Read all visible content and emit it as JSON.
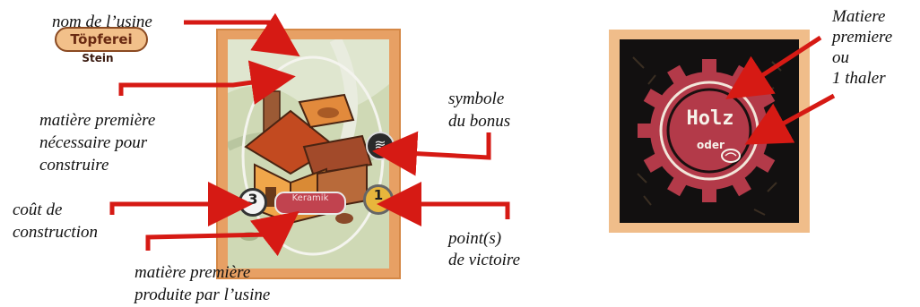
{
  "card_factory": {
    "name": "Töpferei",
    "input": "Stein",
    "cost": "3",
    "product": "Keramik",
    "points": "1"
  },
  "card_resource": {
    "word": "Holz",
    "oder": "oder"
  },
  "labels": {
    "factory_name": "nom de l’usine",
    "raw_material_line1": "matière première",
    "raw_material_line2": "nécessaire pour",
    "raw_material_line3": "construire",
    "bonus_line1": "symbole",
    "bonus_line2": "du bonus",
    "cost_line1": "coût de",
    "cost_line2": "construction",
    "points_line1": "point(s)",
    "points_line2": "de victoire",
    "produced_line1": "matière première",
    "produced_line2": "produite par l’usine",
    "right_line1": "Matiere",
    "right_line2": "premiere",
    "right_line3": "ou",
    "right_line4": "1 thaler"
  },
  "colors": {
    "arrow": "#d61a14",
    "card_border": "#e7a064",
    "product_red": "#c1434f",
    "tile_red": "#b33a49"
  },
  "icons": {
    "bonus": "wave-symbol-icon",
    "coin": "coin-icon",
    "gear": "gear-icon"
  }
}
